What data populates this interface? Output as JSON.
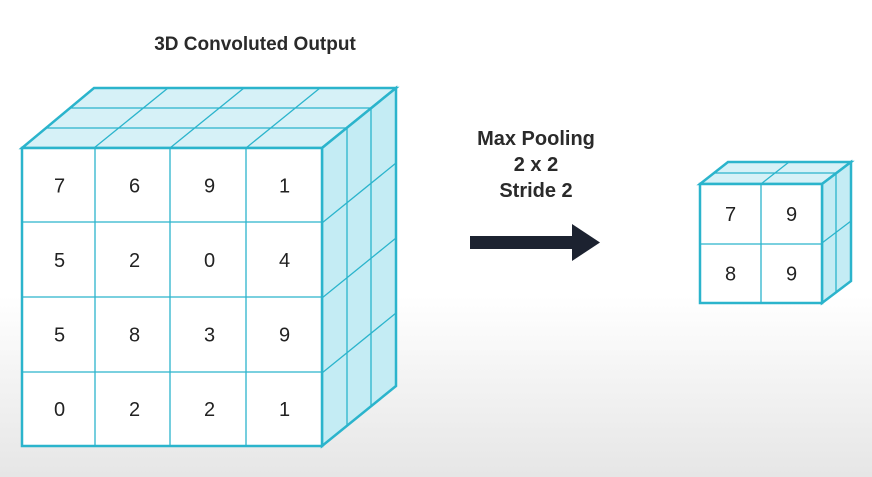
{
  "diagram": {
    "title": "3D Convoluted Output",
    "operation": {
      "line1": "Max Pooling",
      "line2": "2 x 2",
      "line3": "Stride 2"
    },
    "input_grid": [
      [
        "7",
        "6",
        "9",
        "1"
      ],
      [
        "5",
        "2",
        "0",
        "4"
      ],
      [
        "5",
        "8",
        "3",
        "9"
      ],
      [
        "0",
        "2",
        "2",
        "1"
      ]
    ],
    "output_grid": [
      [
        "7",
        "9"
      ],
      [
        "8",
        "9"
      ]
    ],
    "colors": {
      "cube_edge": "#2bb4cc",
      "cube_face": "#ffffff",
      "cube_top": "#d6f1f7",
      "cube_side": "#c4ecf4",
      "arrow": "#1c2230",
      "text": "#222222"
    }
  }
}
